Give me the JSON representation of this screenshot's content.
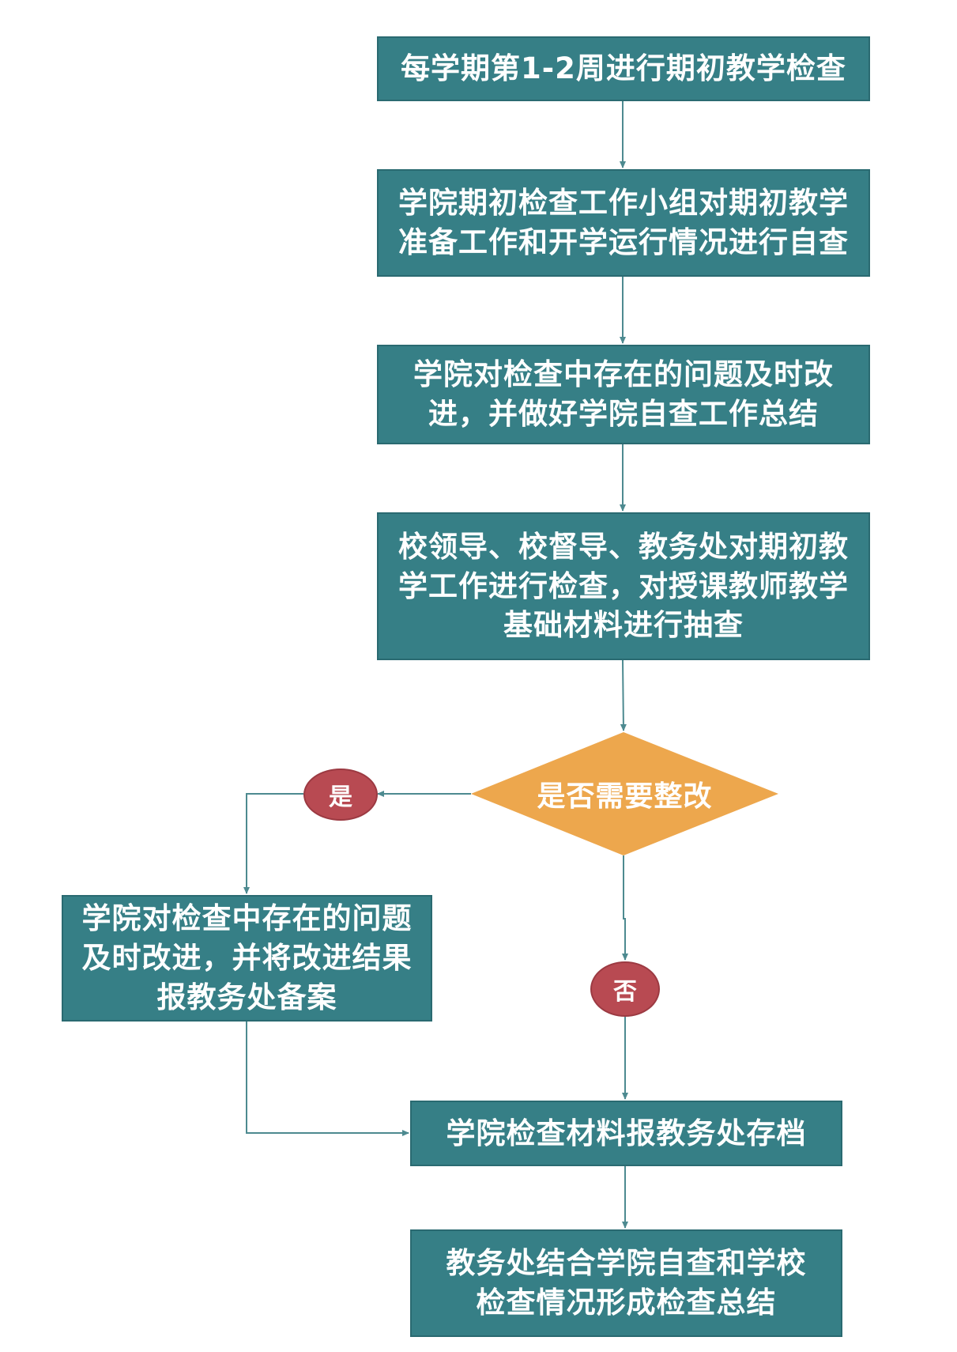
{
  "flow": {
    "step1": "每学期第1-2周进行期初教学检查",
    "step2_lines": [
      "学院期初检查工作小组对期初教学",
      "准备工作和开学运行情况进行自查"
    ],
    "step3_lines": [
      "学院对检查中存在的问题及时改",
      "进，并做好学院自查工作总结"
    ],
    "step4_lines": [
      "校领导、校督导、教务处对期初教",
      "学工作进行检查，对授课教师教学",
      "基础材料进行抽查"
    ],
    "decision": "是否需要整改",
    "yes_label": "是",
    "no_label": "否",
    "rectify_lines": [
      "学院对检查中存在的问题",
      "及时改进，并将改进结果",
      "报教务处备案"
    ],
    "archive": "学院检查材料报教务处存档",
    "summary_lines": [
      "教务处结合学院自查和学校",
      "检查情况形成检查总结"
    ]
  },
  "colors": {
    "box": "#367f86",
    "decision": "#eda74d",
    "badge": "#b84a52",
    "connector": "#4d8a90"
  }
}
